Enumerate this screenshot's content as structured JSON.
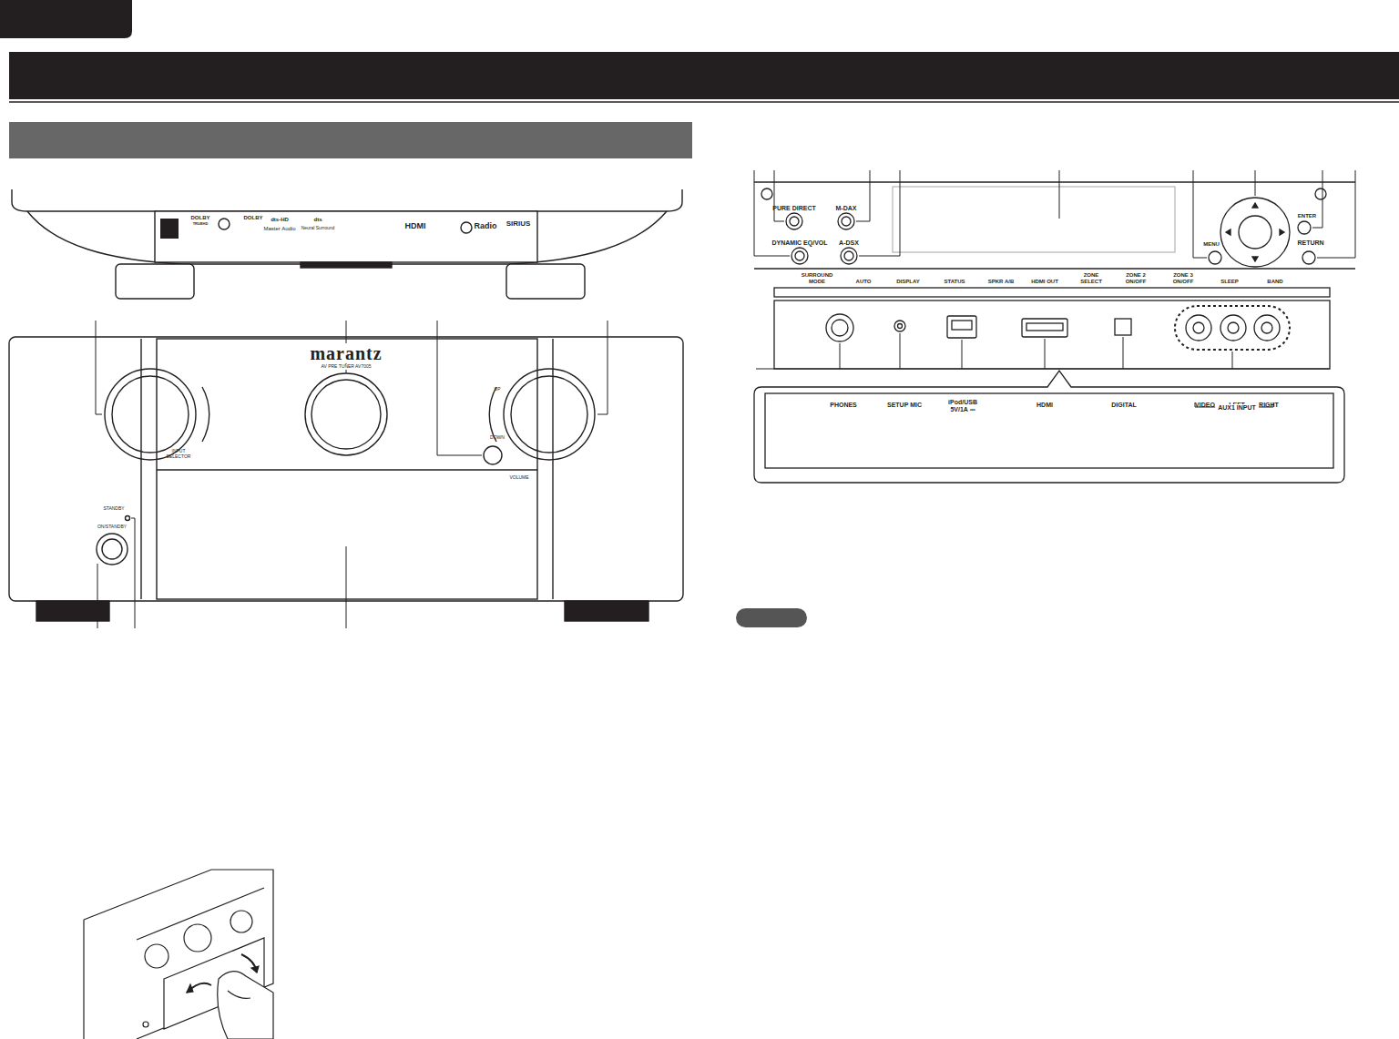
{
  "diagram": {
    "nodes": [
      {
        "text": [
          "PHONES",
          "SETUP MIC",
          "iPod/USB 5V/1A ⎓",
          "HDMI",
          "DIGITAL",
          "VIDEO",
          "LEFT",
          "RIGHT",
          "AUX1 INPUT"
        ]
      }
    ],
    "labels": [
      "DOLBY",
      "TRUEHD",
      "DOLBY",
      "dts-HD",
      "Master Audio",
      "dts",
      "Neural Surround",
      "HDMI",
      "Radio",
      "SIRIUS",
      "marantz",
      "AV PRE TUNER AV7005",
      "INPUT SELECTOR",
      "UP",
      "DOWN",
      "VOLUME",
      "STANDBY",
      "ON/STANDBY",
      "PURE DIRECT",
      "M-DAX",
      "DYNAMIC EQ/VOL",
      "A-DSX",
      "MENU",
      "ENTER",
      "RETURN",
      "SURROUND MODE",
      "AUTO",
      "DISPLAY",
      "STATUS",
      "SPKR A/B",
      "HDMI OUT",
      "ZONE SELECT",
      "ZONE 2 ON/OFF",
      "ZONE 3 ON/OFF",
      "SLEEP",
      "BAND"
    ]
  }
}
